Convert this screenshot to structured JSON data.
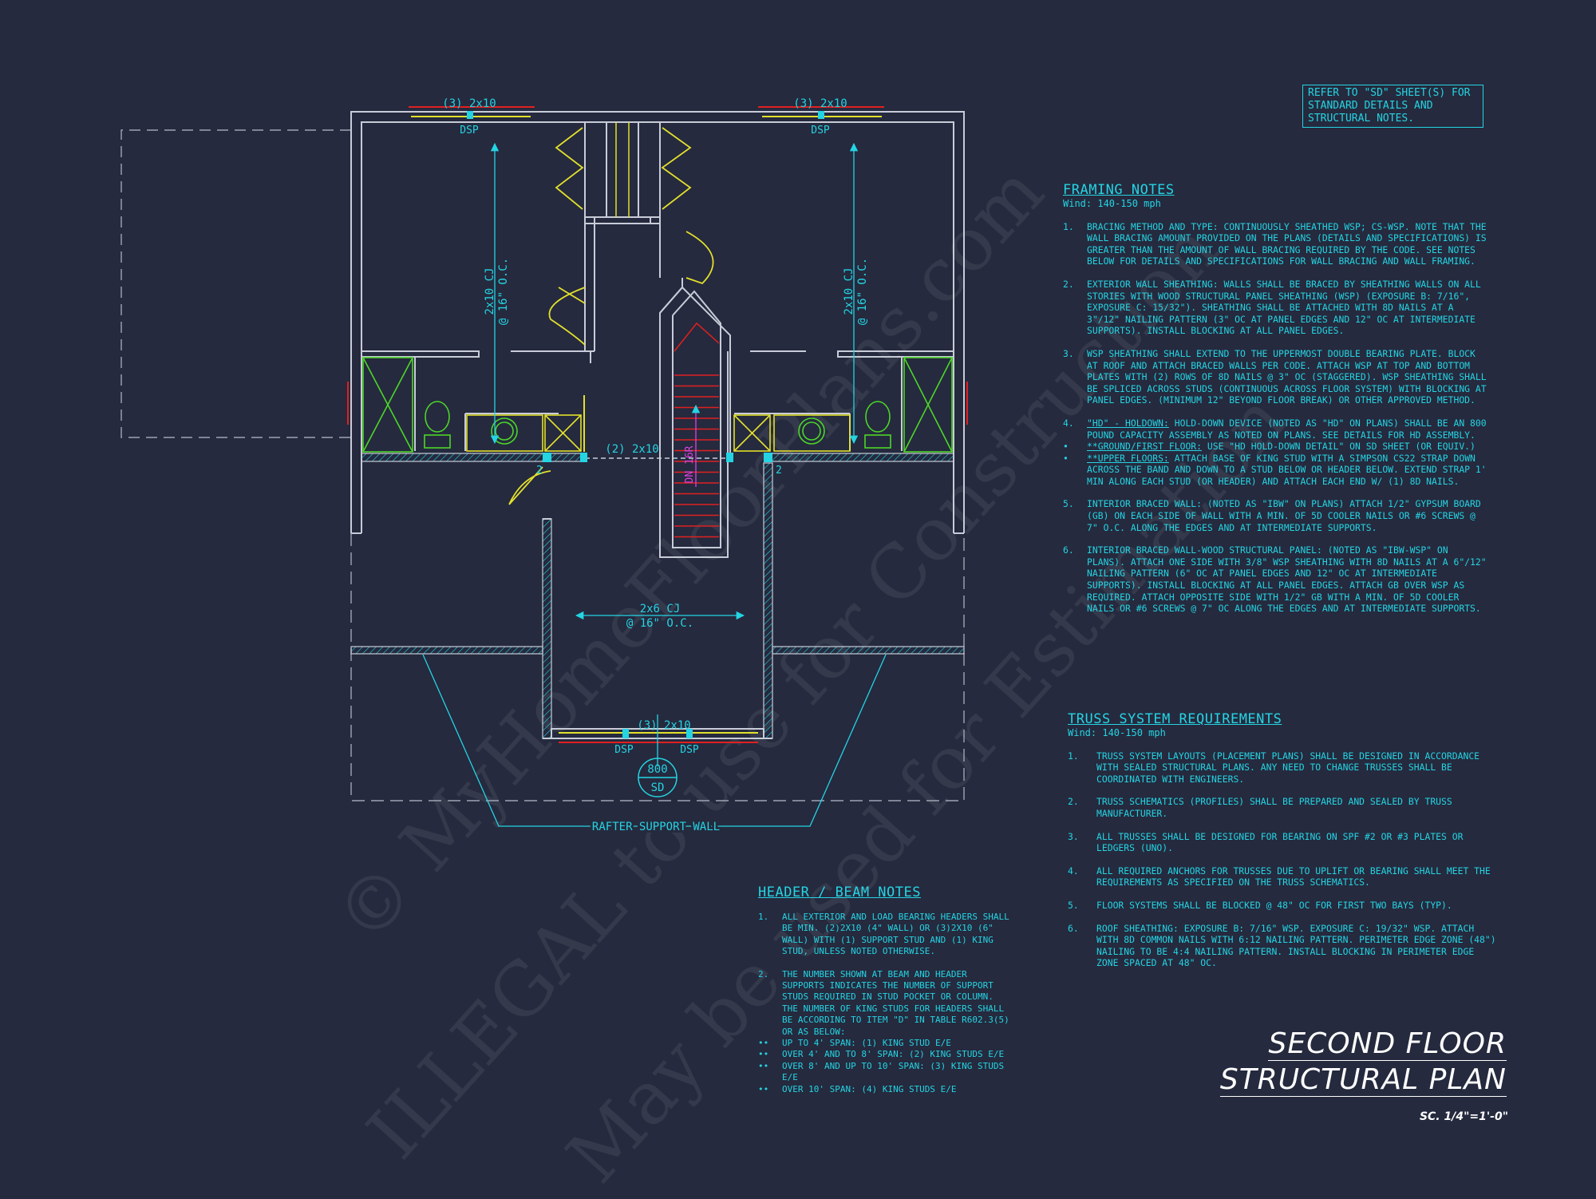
{
  "plan": {
    "header_labels": {
      "left_top": "(3) 2x10",
      "right_top": "(3) 2x10",
      "center": "(2) 2x10",
      "bottom": "(3) 2x10"
    },
    "dsp": "DSP",
    "joist_left": "2x10 CJ",
    "joist_left_spacing": "@ 16\" O.C.",
    "joist_right": "2x10 CJ",
    "joist_right_spacing": "@ 16\" O.C.",
    "joist_center": "2x6 CJ",
    "joist_center_spacing": "@ 16\" O.C.",
    "stud_left": "2",
    "stud_right": "2",
    "stair_label": "DN 16R",
    "callout_top": "800",
    "callout_bottom": "SD",
    "rafter_wall": "RAFTER SUPPORT WALL"
  },
  "refer_note": "REFER TO \"SD\" SHEET(S) FOR STANDARD DETAILS AND STRUCTURAL NOTES.",
  "framing": {
    "title": "FRAMING NOTES",
    "wind": "Wind: 140-150 mph",
    "n1": "1.",
    "i1": "BRACING METHOD AND TYPE: CONTINUOUSLY SHEATHED WSP; CS-WSP. NOTE THAT THE WALL BRACING AMOUNT PROVIDED ON THE PLANS (DETAILS AND SPECIFICATIONS) IS GREATER THAN THE AMOUNT OF WALL BRACING REQUIRED BY THE CODE. SEE NOTES BELOW FOR DETAILS AND SPECIFICATIONS FOR WALL BRACING AND WALL FRAMING.",
    "n2": "2.",
    "i2": "EXTERIOR WALL SHEATHING: WALLS SHALL BE BRACED BY SHEATHING WALLS ON ALL STORIES WITH WOOD STRUCTURAL PANEL SHEATHING (WSP) (EXPOSURE B: 7/16\", EXPOSURE C: 15/32\"). SHEATHING SHALL BE ATTACHED WITH 8d NAILS AT A 3\"/12\" NAILING PATTERN (3\" OC AT PANEL EDGES AND 12\" OC AT INTERMEDIATE SUPPORTS). INSTALL BLOCKING AT ALL PANEL EDGES.",
    "n3": "3.",
    "i3": "WSP SHEATHING SHALL EXTEND TO THE UPPERMOST DOUBLE BEARING PLATE. BLOCK AT ROOF AND ATTACH BRACED WALLS PER CODE. ATTACH WSP AT TOP AND BOTTOM PLATES WITH (2) ROWS OF 8d NAILS @ 3\" OC (STAGGERED). WSP SHEATHING SHALL BE SPLICED ACROSS STUDS (CONTINUOUS ACROSS FLOOR SYSTEM) WITH BLOCKING AT PANEL EDGES. (MINIMUM 12\" BEYOND FLOOR BREAK) OR OTHER APPROVED METHOD.",
    "n4": "4.",
    "i4a": "\"HD\" - HOLDOWN:",
    "i4b": " HOLD-DOWN DEVICE (NOTED AS \"HD\" ON PLANS) SHALL BE AN 800 POUND CAPACITY ASSEMBLY AS NOTED ON PLANS. SEE DETAILS FOR HD ASSEMBLY.",
    "b1a": "**GROUND/FIRST FLOOR:",
    "b1b": " USE \"HD HOLD-DOWN DETAIL\" ON SD SHEET (OR EQUIV.)",
    "b2a": "**UPPER FLOORS:",
    "b2b": " ATTACH BASE OF KING STUD WITH A SIMPSON CS22 STRAP DOWN ACROSS THE BAND AND DOWN TO A STUD BELOW OR HEADER BELOW. EXTEND STRAP 1' MIN ALONG EACH STUD (OR HEADER) AND ATTACH EACH END W/ (1) 8d NAILS.",
    "n5": "5.",
    "i5": "INTERIOR BRACED WALL: (NOTED AS \"IBW\" ON PLANS) ATTACH 1/2\" GYPSUM BOARD (GB) ON EACH SIDE OF WALL WITH A MIN. OF 5d COOLER NAILS OR #6 SCREWS @ 7\" O.C. ALONG THE EDGES AND AT INTERMEDIATE SUPPORTS.",
    "n6": "6.",
    "i6": "INTERIOR BRACED WALL-WOOD STRUCTURAL PANEL: (NOTED AS \"IBW-WSP\" ON PLANS). ATTACH ONE SIDE WITH 3/8\" WSP SHEATHING WITH 8d NAILS AT A 6\"/12\" NAILING PATTERN (6\" OC AT PANEL EDGES AND 12\" OC AT INTERMEDIATE SUPPORTS). INSTALL BLOCKING AT ALL PANEL EDGES. ATTACH GB OVER WSP AS REQUIRED. ATTACH OPPOSITE SIDE WITH 1/2\" GB WITH A MIN. OF 5d COOLER NAILS OR #6 SCREWS @ 7\" OC ALONG THE EDGES AND AT INTERMEDIATE SUPPORTS."
  },
  "truss": {
    "title": "TRUSS SYSTEM REQUIREMENTS",
    "wind": "Wind: 140-150 mph",
    "n1": "1.",
    "i1": "TRUSS SYSTEM LAYOUTS (PLACEMENT PLANS) SHALL BE DESIGNED IN ACCORDANCE WITH SEALED STRUCTURAL PLANS. ANY NEED TO CHANGE TRUSSES SHALL BE COORDINATED WITH ENGINEERS.",
    "n2": "2.",
    "i2": "TRUSS SCHEMATICS (PROFILES) SHALL BE PREPARED AND SEALED BY TRUSS MANUFACTURER.",
    "n3": "3.",
    "i3": "ALL TRUSSES SHALL BE DESIGNED FOR BEARING ON SPF #2 OR #3 PLATES OR LEDGERS (UNO).",
    "n4": "4.",
    "i4": "ALL REQUIRED ANCHORS FOR TRUSSES DUE TO UPLIFT OR BEARING SHALL MEET THE REQUIREMENTS AS SPECIFIED ON THE TRUSS SCHEMATICS.",
    "n5": "5.",
    "i5": "FLOOR SYSTEMS SHALL BE BLOCKED @ 48\" OC FOR FIRST TWO BAYS (TYP).",
    "n6": "6.",
    "i6": "ROOF SHEATHING: EXPOSURE B: 7/16\" WSP. EXPOSURE C: 19/32\" WSP. ATTACH WITH 8d COMMON NAILS WITH 6:12 NAILING PATTERN. PERIMETER EDGE ZONE (48\") NAILING TO BE 4:4 NAILING PATTERN. INSTALL BLOCKING IN PERIMETER EDGE ZONE SPACED AT 48\" OC."
  },
  "header_notes": {
    "title": "HEADER / BEAM NOTES",
    "n1": "1.",
    "i1": "ALL EXTERIOR AND LOAD BEARING HEADERS SHALL BE MIN. (2)2x10 (4\" WALL) OR (3)2x10 (6\" WALL) WITH (1) SUPPORT STUD AND (1) KING STUD, UNLESS NOTED OTHERWISE.",
    "n2": "2.",
    "i2": "THE NUMBER SHOWN AT BEAM AND HEADER SUPPORTS INDICATES THE NUMBER OF SUPPORT STUDS REQUIRED IN STUD POCKET OR COLUMN. THE NUMBER OF KING STUDS FOR HEADERS SHALL BE ACCORDING TO ITEM \"d\" IN TABLE R602.3(5) OR AS BELOW:",
    "bullet": "••",
    "b1": "UP TO 4' SPAN: (1) KING STUD E/E",
    "b2": "OVER 4' AND TO 8' SPAN: (2) KING STUDS E/E",
    "b3": "OVER 8' AND UP TO 10' SPAN: (3) KING STUDS E/E",
    "b4": "OVER 10' SPAN: (4) KING STUDS E/E"
  },
  "title_line1": "SECOND FLOOR",
  "title_line2": "STRUCTURAL PLAN",
  "scale": "SC. 1/4\"=1'-0\"",
  "watermark": {
    "line1": "© MyHomeFloorPlans.com",
    "line2": "ILLEGAL to use for Construction",
    "line3": "May be used for Estimation"
  },
  "colors": {
    "background": "#252a3e",
    "linework": "#c8ccd8",
    "annotation": "#25d4e3",
    "fixtures": "#4dd629",
    "doors": "#e3e02b",
    "stair": "#e02020",
    "stair_label": "#e040e0"
  }
}
